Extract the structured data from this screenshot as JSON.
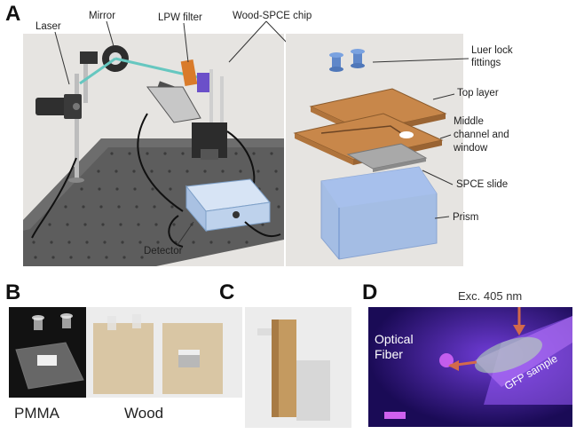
{
  "panels": {
    "a": "A",
    "b": "B",
    "c": "C",
    "d": "D"
  },
  "panel_a_left": {
    "laser": "Laser",
    "mirror": "Mirror",
    "lpw_filter": "LPW filter",
    "chip": "Wood-SPCE chip",
    "detector": "Detector"
  },
  "panel_a_right": {
    "luer_1": "Luer lock",
    "luer_2": "fittings",
    "top_layer": "Top layer",
    "middle_1": "Middle",
    "middle_2": "channel and",
    "middle_3": "window",
    "spce": "SPCE slide",
    "prism": "Prism"
  },
  "panel_b": {
    "pmma": "PMMA",
    "wood": "Wood"
  },
  "panel_d": {
    "exc": "Exc. 405 nm",
    "optical": "Optical",
    "fiber": "Fiber",
    "gfp": "GFP sample"
  },
  "colors": {
    "wood": "#c8874a",
    "prism": "#8fb0e6",
    "panel_bg": "#e6e4e1",
    "arrow": "#d36a4a",
    "beam": "#66c7c0"
  }
}
